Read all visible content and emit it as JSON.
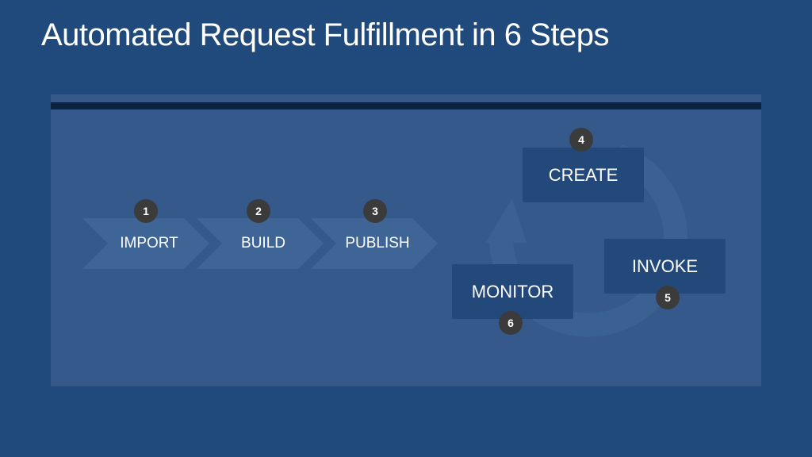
{
  "slide": {
    "title": "Automated Request Fulfillment in 6 Steps"
  },
  "steps": [
    {
      "number": "1",
      "label": "IMPORT"
    },
    {
      "number": "2",
      "label": "BUILD"
    },
    {
      "number": "3",
      "label": "PUBLISH"
    },
    {
      "number": "4",
      "label": "CREATE"
    },
    {
      "number": "5",
      "label": "INVOKE"
    },
    {
      "number": "6",
      "label": "MONITOR"
    }
  ],
  "colors": {
    "background": "#1f4a7b",
    "panel": "#34598a",
    "panel_bar": "#0c2340",
    "badge": "#3b3b3b",
    "box": "#23497a"
  }
}
